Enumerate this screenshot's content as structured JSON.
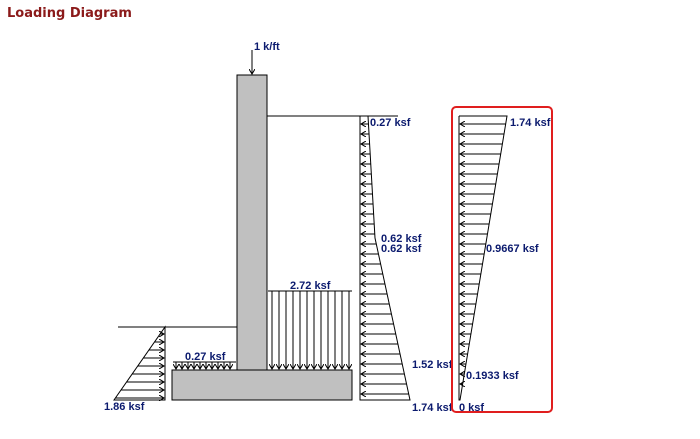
{
  "title": "Loading Diagram",
  "colors": {
    "accent": "#8b1a1a",
    "label": "#0b1a6e",
    "concrete": "#c0c0c0",
    "highlight": "#e01e1e"
  },
  "labels": {
    "top_load": "1 k/ft",
    "backfill_top": "0.27 ksf",
    "backfill_mid_a": "0.62 ksf",
    "backfill_mid_b": "0.62 ksf",
    "backfill_heel": "1.52 ksf",
    "backfill_bottom": "1.74 ksf",
    "surcharge_heel": "2.72 ksf",
    "toe_surcharge": "0.27 ksf",
    "passive_bottom": "1.86 ksf",
    "hl_top": "1.74 ksf",
    "hl_mid": "0.9667 ksf",
    "hl_low": "0.1933 ksf",
    "hl_bottom": "0 ksf"
  }
}
